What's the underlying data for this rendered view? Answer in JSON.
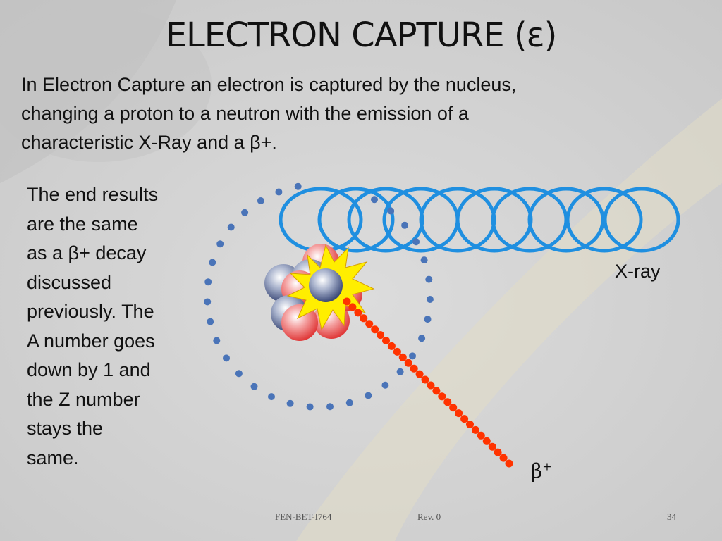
{
  "slide": {
    "title": "ELECTRON CAPTURE (ε)",
    "intro": "In Electron Capture an electron is captured by the nucleus,\nchanging a proton to a neutron with the emission of a\ncharacteristic X-Ray and a β+.",
    "side_text": "The end results\nare the same\nas a β+ decay\ndiscussed\npreviously.  The\nA number goes\ndown by 1 and\nthe Z number\nstays the\nsame."
  },
  "diagram": {
    "xray_label": "X-ray",
    "beta_symbol": "β",
    "beta_superscript": "+",
    "colors": {
      "xray": "#1f8fe0",
      "orbit": "#4a74b8",
      "beta_path": "#ff3300",
      "flash": "#ffee00",
      "proton": "#ee5555",
      "neutron": "#4a5a86"
    }
  },
  "footer": {
    "doc_id": "FEN-BET-I764",
    "revision": "Rev. 0",
    "page": "34"
  }
}
